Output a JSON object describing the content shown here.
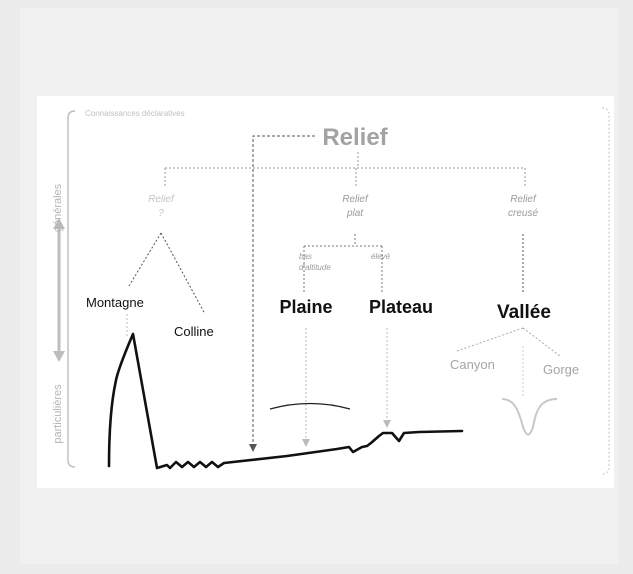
{
  "diagram": {
    "section_label": "Connaissances déclaratives",
    "axis": {
      "top_label": "générales",
      "bottom_label": "particulières"
    },
    "root": {
      "label": "Relief"
    },
    "categories": [
      {
        "line1": "Relief",
        "line2": "?"
      },
      {
        "line1": "Relief",
        "line2": "plat"
      },
      {
        "line1": "Relief",
        "line2": "creusé"
      }
    ],
    "plat_branches": {
      "left_line1": "bas",
      "left_line2": "d'altitude",
      "right": "élevé"
    },
    "leaves": {
      "montagne": "Montagne",
      "colline": "Colline",
      "plaine": "Plaine",
      "plateau": "Plateau",
      "vallee": "Vallée",
      "canyon": "Canyon",
      "gorge": "Gorge"
    },
    "colors": {
      "faint": "#c4c4c4",
      "mid": "#9a9a9a",
      "dark": "#111111",
      "bracket": "#bdbdbd"
    }
  }
}
